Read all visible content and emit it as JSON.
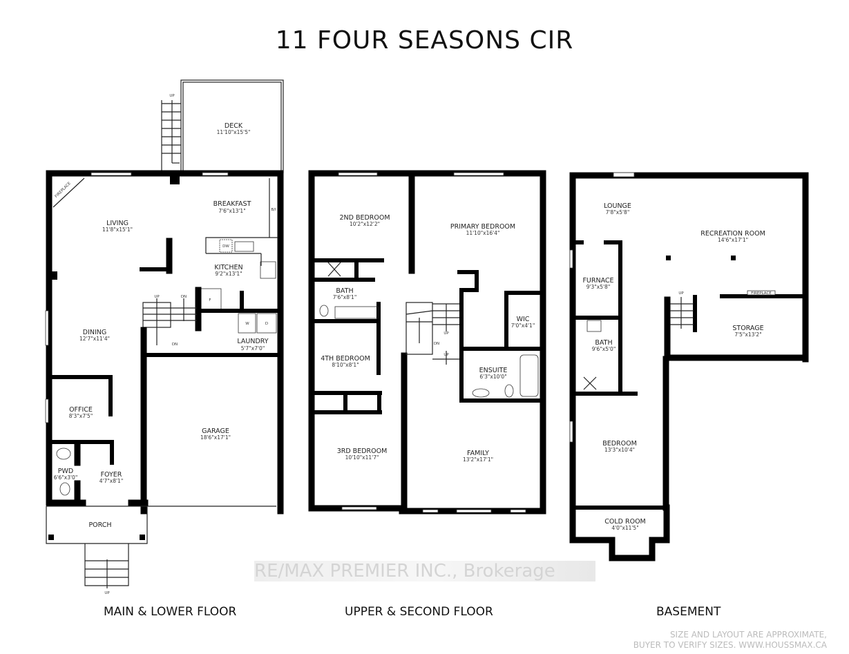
{
  "title": "11 FOUR SEASONS CIR",
  "floors": {
    "main": {
      "label": "MAIN & LOWER FLOOR",
      "rooms": [
        {
          "name": "DECK",
          "size": "11'10\"x15'5\""
        },
        {
          "name": "BREAKFAST",
          "size": "7'6\"x13'1\""
        },
        {
          "name": "LIVING",
          "size": "11'8\"x15'1\""
        },
        {
          "name": "KITCHEN",
          "size": "9'2\"x13'1\""
        },
        {
          "name": "DINING",
          "size": "12'7\"x11'4\""
        },
        {
          "name": "LAUNDRY",
          "size": "5'7\"x7'0\""
        },
        {
          "name": "OFFICE",
          "size": "8'3\"x7'5\""
        },
        {
          "name": "GARAGE",
          "size": "18'6\"x17'1\""
        },
        {
          "name": "PWD",
          "size": "6'6\"x3'0\""
        },
        {
          "name": "FOYER",
          "size": "4'7\"x8'1\""
        },
        {
          "name": "PORCH",
          "size": ""
        }
      ],
      "marks": {
        "fireplace": "FIREPLACE",
        "up": "UP",
        "dn": "DN",
        "fridge": "F",
        "washer": "W",
        "dryer": "D",
        "dishwasher": "DW",
        "builtin": "B/I"
      }
    },
    "upper": {
      "label": "UPPER & SECOND FLOOR",
      "rooms": [
        {
          "name": "2ND BEDROOM",
          "size": "10'2\"x12'2\""
        },
        {
          "name": "PRIMARY BEDROOM",
          "size": "11'10\"x16'4\""
        },
        {
          "name": "BATH",
          "size": "7'6\"x8'1\""
        },
        {
          "name": "WIC",
          "size": "7'0\"x4'1\""
        },
        {
          "name": "4TH BEDROOM",
          "size": "8'10\"x8'1\""
        },
        {
          "name": "ENSUITE",
          "size": "6'3\"x10'0\""
        },
        {
          "name": "3RD BEDROOM",
          "size": "10'10\"x11'7\""
        },
        {
          "name": "FAMILY",
          "size": "13'2\"x17'1\""
        }
      ],
      "marks": {
        "up": "UP",
        "dn": "DN"
      }
    },
    "basement": {
      "label": "BASEMENT",
      "rooms": [
        {
          "name": "LOUNGE",
          "size": "7'8\"x5'8\""
        },
        {
          "name": "RECREATION ROOM",
          "size": "14'6\"x17'1\""
        },
        {
          "name": "FURNACE",
          "size": "9'3\"x5'8\""
        },
        {
          "name": "STORAGE",
          "size": "7'5\"x13'2\""
        },
        {
          "name": "BATH",
          "size": "9'6\"x5'0\""
        },
        {
          "name": "BEDROOM",
          "size": "13'3\"x10'4\""
        },
        {
          "name": "COLD ROOM",
          "size": "4'0\"x11'5\""
        }
      ],
      "marks": {
        "up": "UP",
        "fireplace": "FIREPLACE"
      }
    }
  },
  "watermark": "RE/MAX PREMIER INC., Brokerage",
  "disclaimer": {
    "line1": "SIZE AND LAYOUT ARE APPROXIMATE,",
    "line2": "BUYER TO VERIFY SIZES. WWW.HOUSSMAX.CA"
  }
}
